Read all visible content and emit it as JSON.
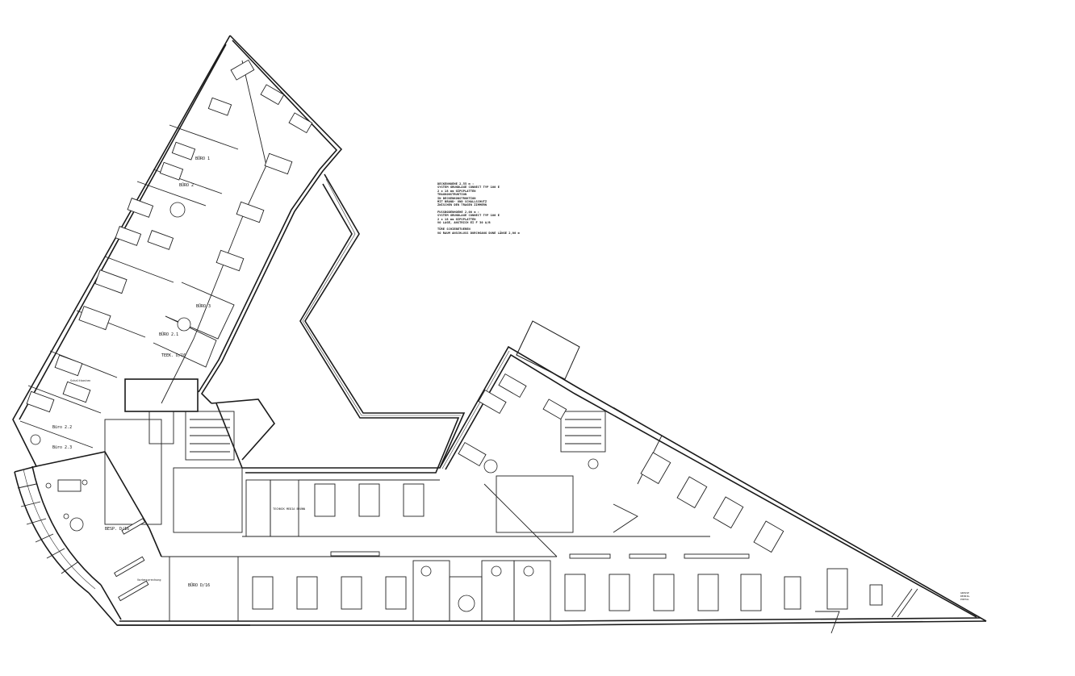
{
  "rooms": {
    "buero_1": "BÜRO 1",
    "buero_2": "BÜRO 2",
    "buero_3": "BÜRO 3",
    "buero_2_1": "BÜRO 2.1",
    "buero_2_2": "Büro 2.2",
    "buero_2_3": "Büro 2.3",
    "teek": "TEEK. D/16",
    "besp": "BESP. D/16",
    "buero_d16": "BÜRO D/16",
    "technik": "TECHNIK MEDIA BRÜNN",
    "vorbesprechung": "Vorbesprechung",
    "schaltkasten": "Schaltkasten"
  },
  "notes": {
    "block1": [
      "DECKENHOEHE 2,55 m :",
      "SYSTEM GRUNDLAGE CONNECT TYP 100 E",
      "2 x 18 mm GIPSPLATTEN",
      "TRAGKONSTRUKTION",
      "IN DECKENKONSTRUKTION",
      "MIT BRAND- UND SCHALLSCHUTZ",
      "ZWISCHEN DEN TRAGEN ZIMMERN"
    ],
    "block2": [
      "FUSSBODENHOEHE 2,00 m :",
      "SYSTEM GRUNDLAGE CONNECT TYP 100 E",
      "2 x 18 mm GIPSPLATTEN",
      "VO LAGE, ANSTRICH EI F 30 A/B"
    ],
    "block3": [
      "TÜRE SCHIEBETUEREN",
      "VO RAUM ANSCHLUSS DURCHGANG DUNE LÄNGE 2,00 m"
    ],
    "side": [
      "GROSSE",
      "REINIG.",
      "PORTAL"
    ]
  }
}
